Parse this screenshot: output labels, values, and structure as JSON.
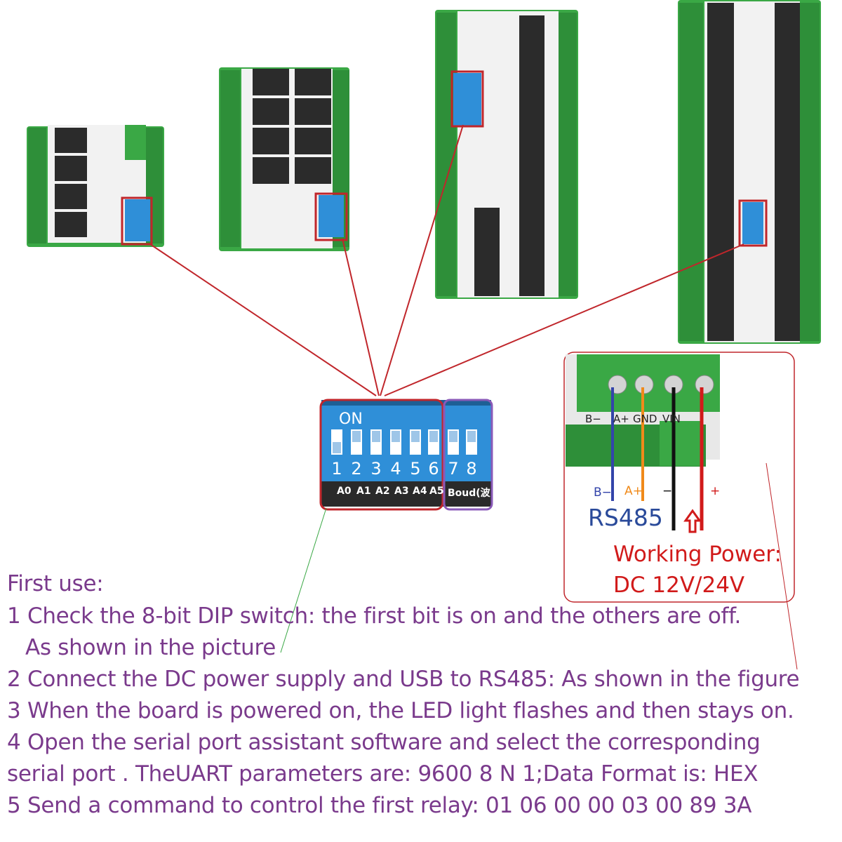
{
  "dip_switch": {
    "on_label": "ON",
    "numbers": [
      "1",
      "2",
      "3",
      "4",
      "5",
      "6",
      "7",
      "8"
    ],
    "address_labels": [
      "A0",
      "A1",
      "A2",
      "A3",
      "A4",
      "A5"
    ],
    "baud_label": "Boud(波"
  },
  "connector": {
    "terminal_labels": [
      "B−",
      "A+",
      "GND",
      "VIN"
    ],
    "wire_labels": {
      "b_minus": "B−",
      "a_plus": "A+",
      "minus": "−",
      "plus": "+"
    },
    "rs485_label": "RS485",
    "power_line1": "Working Power:",
    "power_line2": "DC 12V/24V"
  },
  "instructions": {
    "title": "First use:",
    "step1": "1 Check the 8-bit DIP switch: the first bit is on and the others are off.",
    "step1b": "As shown in the picture",
    "step2": "2 Connect the DC power supply and USB to RS485: As shown in the figure",
    "step3": "3 When the board is powered on, the LED light flashes and then stays on.",
    "step4": "4 Open the serial port assistant software and select the corresponding",
    "step4b": "serial port . TheUART parameters are: 9600 8 N 1;Data Format is: HEX",
    "step5": "5 Send a command to control the first relay: 01 06 00 00 03 00 89 3A"
  },
  "colors": {
    "rail_green": "#3aa845",
    "board_white": "#f2f2f2",
    "dip_blue": "#2f8fd8",
    "highlight_red": "#c0262b",
    "text_purple": "#7a3a8c",
    "power_red": "#d11a1a",
    "rs485_blue": "#2a4a9a"
  }
}
